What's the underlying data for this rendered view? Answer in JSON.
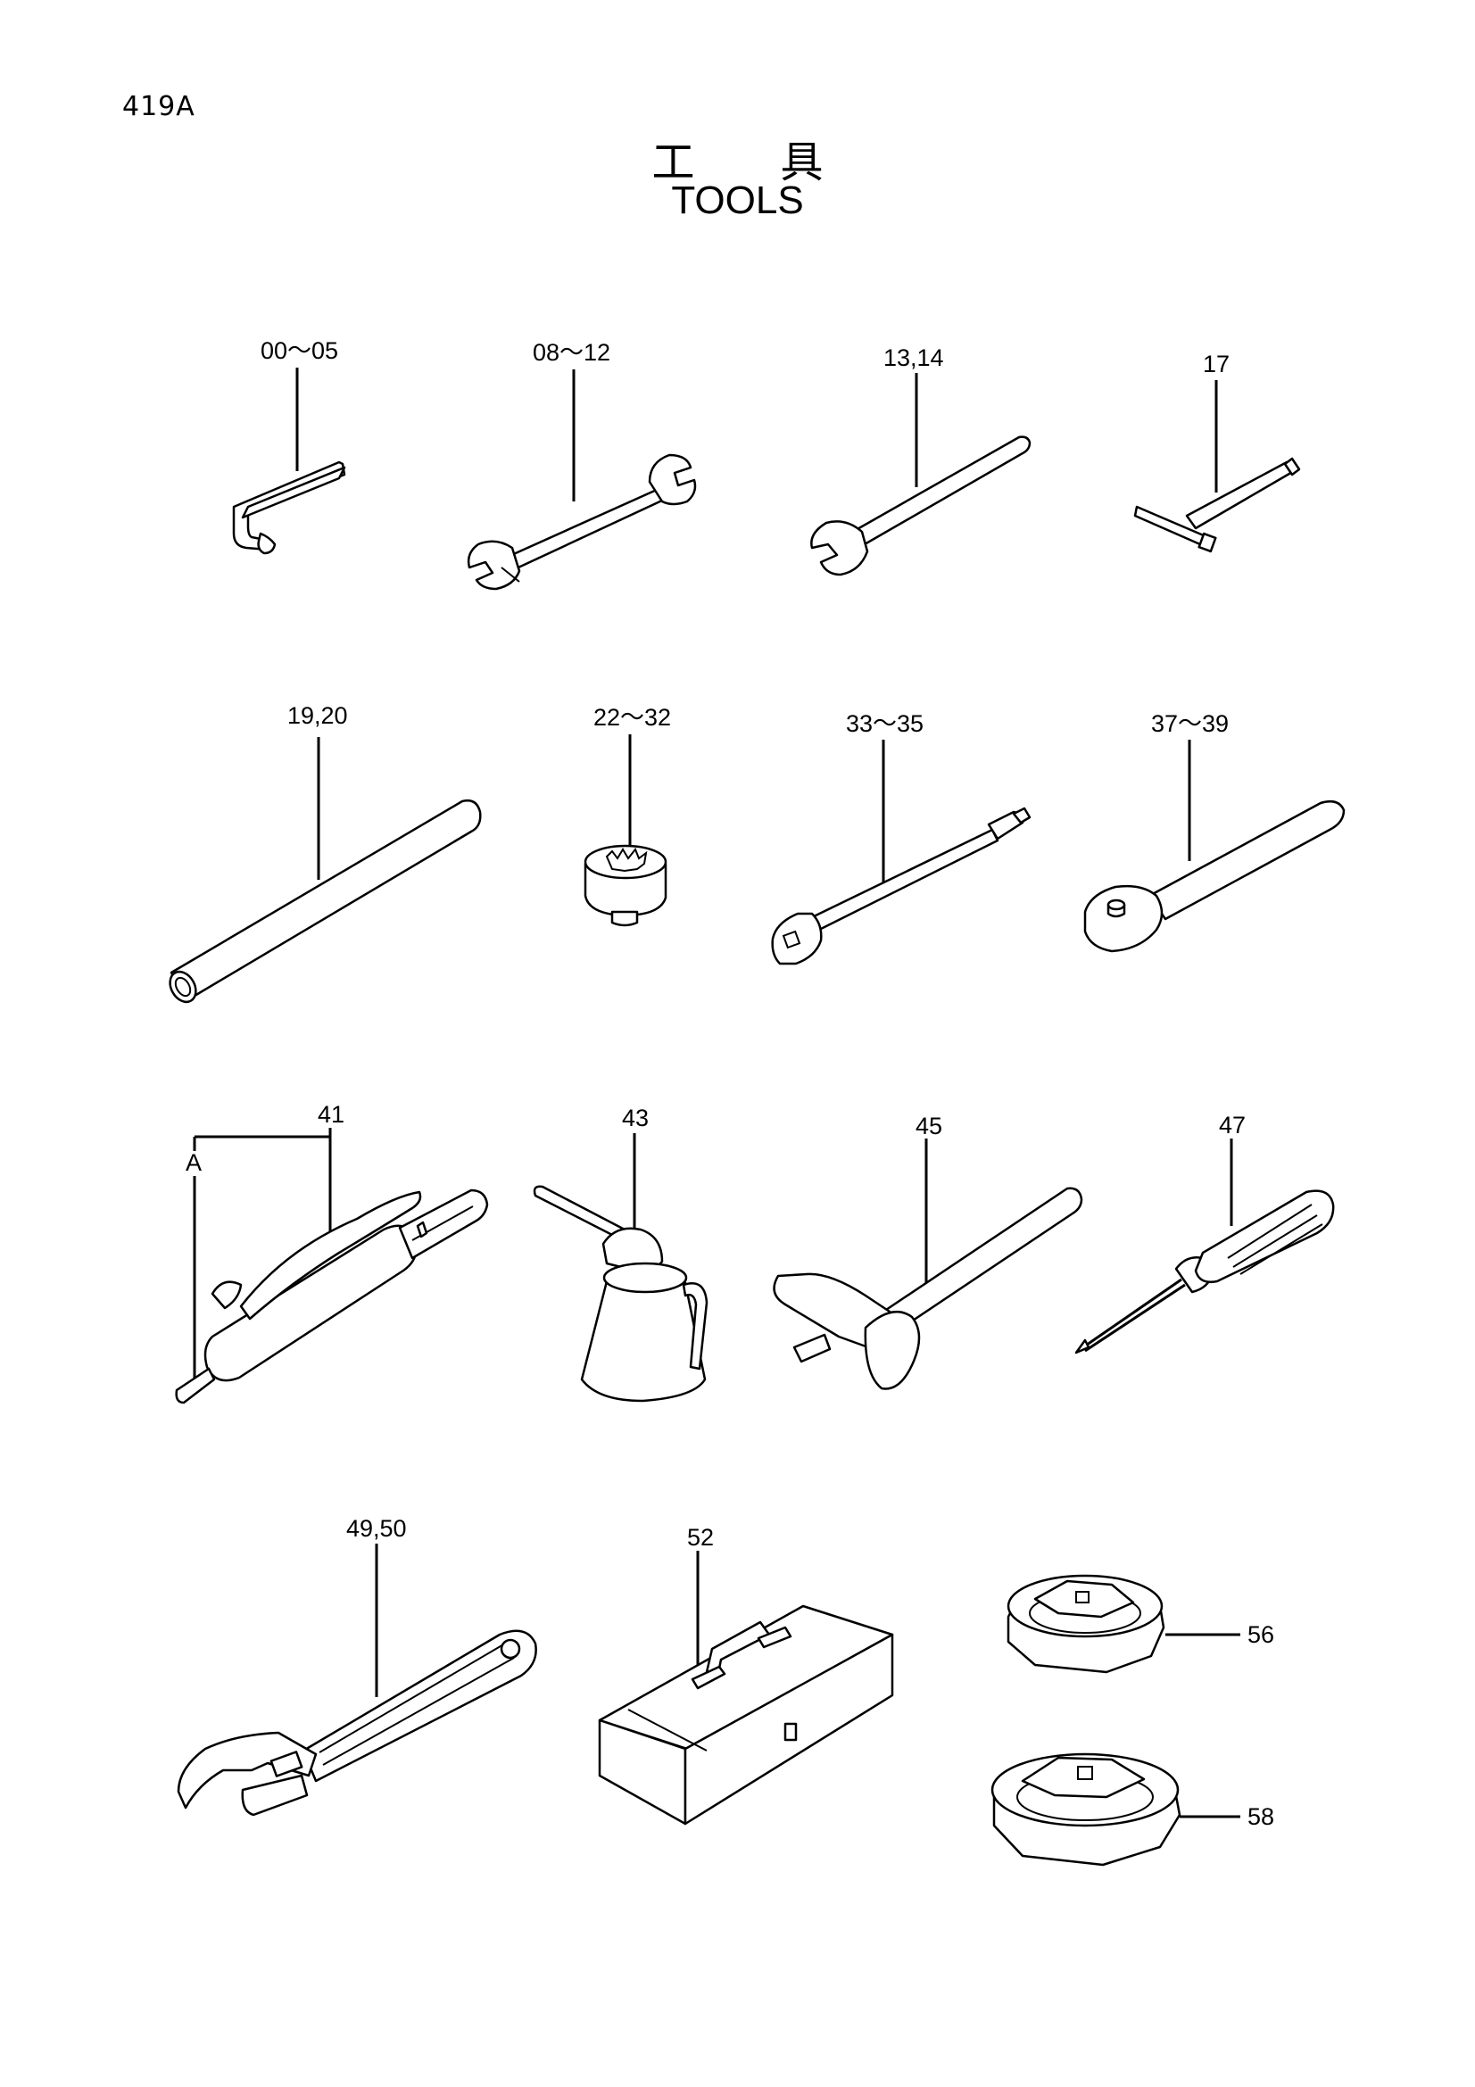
{
  "page": {
    "page_number": "419A",
    "title_jp": "工　　具",
    "title_en": "TOOLS"
  },
  "callouts": [
    {
      "id": "hex-key",
      "label": "00～05",
      "icon": "hex-key-icon"
    },
    {
      "id": "double-wrench",
      "label": "08～12",
      "icon": "double-open-wrench-icon"
    },
    {
      "id": "open-wrench",
      "label": "13,14",
      "icon": "open-end-wrench-icon"
    },
    {
      "id": "t-wrench",
      "label": "17",
      "icon": "t-handle-wrench-icon"
    },
    {
      "id": "bar",
      "label": "19,20",
      "icon": "pipe-bar-icon"
    },
    {
      "id": "socket",
      "label": "22～32",
      "icon": "socket-icon"
    },
    {
      "id": "extension",
      "label": "33～35",
      "icon": "extension-bar-icon"
    },
    {
      "id": "ratchet",
      "label": "37～39",
      "icon": "ratchet-handle-icon"
    },
    {
      "id": "grease-gun",
      "label": "41",
      "sub_label": "A",
      "icon": "grease-gun-icon"
    },
    {
      "id": "oil-can",
      "label": "43",
      "icon": "oil-can-icon"
    },
    {
      "id": "hammer",
      "label": "45",
      "icon": "hammer-icon"
    },
    {
      "id": "screwdriver",
      "label": "47",
      "icon": "screwdriver-icon"
    },
    {
      "id": "adjustable-wrench",
      "label": "49,50",
      "icon": "adjustable-wrench-icon"
    },
    {
      "id": "tool-box",
      "label": "52",
      "icon": "tool-box-icon"
    },
    {
      "id": "filter-wrench-small",
      "label": "56",
      "icon": "filter-wrench-icon"
    },
    {
      "id": "filter-wrench-large",
      "label": "58",
      "icon": "filter-wrench-icon"
    }
  ]
}
